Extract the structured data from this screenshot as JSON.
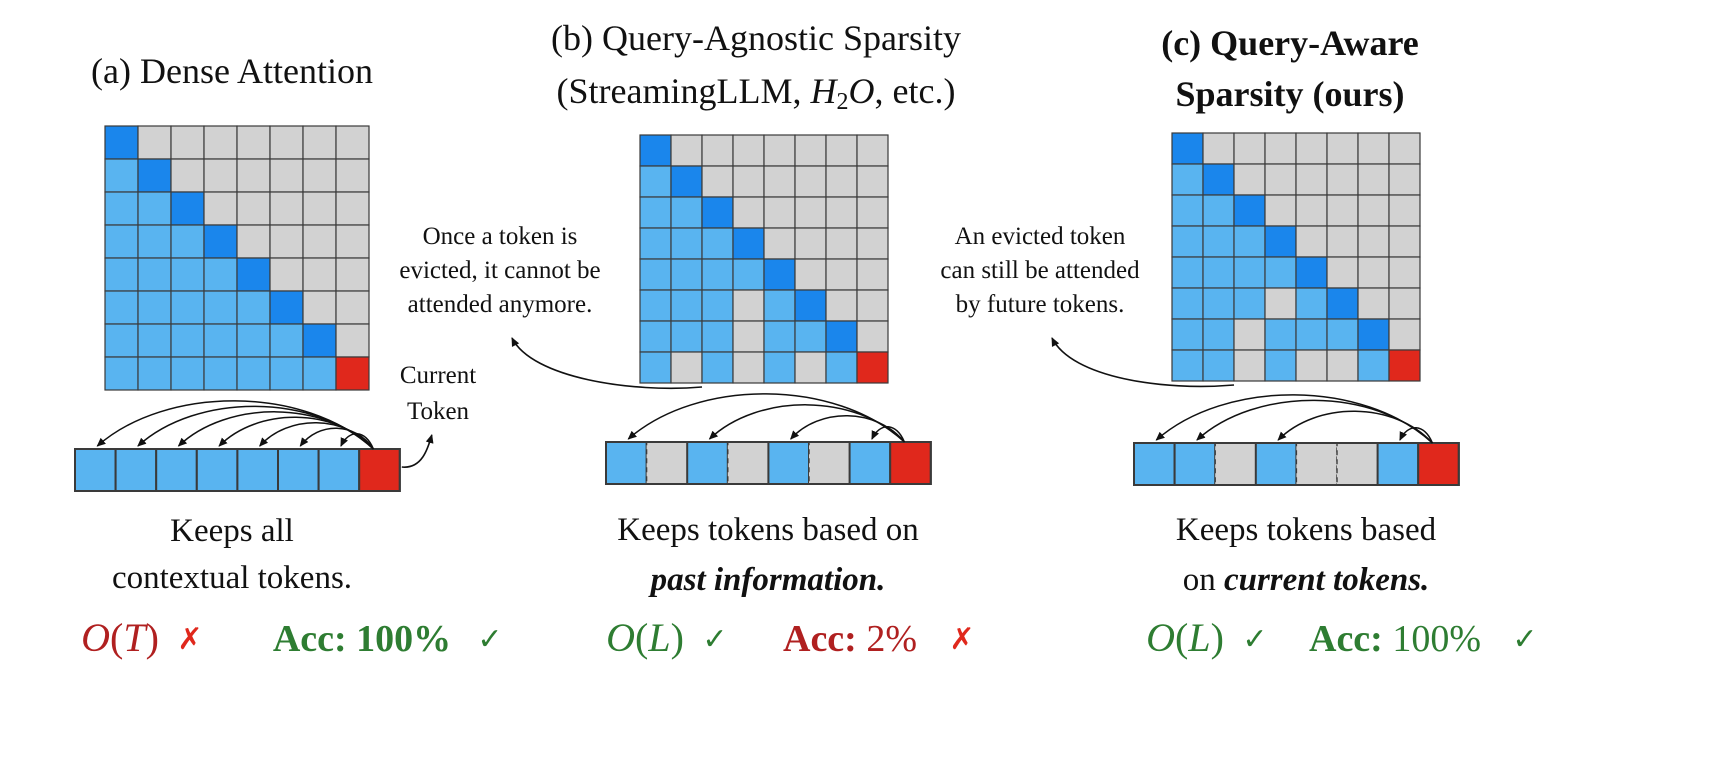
{
  "colors": {
    "blue_light": "#59b4f0",
    "blue_dark": "#1a86ec",
    "gray": "#d2d2d2",
    "red": "#e0281c",
    "green": "#2e7d32",
    "dark_red": "#b02020",
    "border": "#3a3a3a"
  },
  "panels": [
    {
      "id": "a",
      "title": [
        "(a) Dense Attention"
      ],
      "title_bold": false,
      "note": [
        "Current",
        "Token"
      ],
      "desc": [
        [
          {
            "t": "Keeps all",
            "i": false,
            "b": false
          }
        ],
        [
          {
            "t": "contextual tokens.",
            "i": false,
            "b": false
          }
        ]
      ],
      "complexity": {
        "text": "O(T)",
        "mark": "✗",
        "good": false
      },
      "accuracy": {
        "label": "Acc:",
        "value": "100%",
        "mark": "✓",
        "good": true
      },
      "kept_rows": [
        [
          1
        ],
        [
          1,
          1
        ],
        [
          1,
          1,
          1
        ],
        [
          1,
          1,
          1,
          1
        ],
        [
          1,
          1,
          1,
          1,
          1
        ],
        [
          1,
          1,
          1,
          1,
          1,
          1
        ],
        [
          1,
          1,
          1,
          1,
          1,
          1,
          1
        ],
        [
          1,
          1,
          1,
          1,
          1,
          1,
          1,
          1
        ]
      ],
      "cache": [
        1,
        1,
        1,
        1,
        1,
        1,
        1,
        1
      ]
    },
    {
      "id": "b",
      "title": [
        "(b) Query-Agnostic Sparsity",
        "(StreamingLLM, H2O, etc.)"
      ],
      "title_bold": false,
      "note": [
        "Once a token is",
        "evicted, it cannot be",
        "attended anymore."
      ],
      "desc": [
        [
          {
            "t": "Keeps tokens based on",
            "i": false,
            "b": false
          }
        ],
        [
          {
            "t": "past information.",
            "i": true,
            "b": true
          }
        ]
      ],
      "complexity": {
        "text": "O(L)",
        "mark": "✓",
        "good": true
      },
      "accuracy": {
        "label": "Acc:",
        "value": "2%",
        "mark": "✗",
        "good": false
      },
      "kept_rows": [
        [
          1
        ],
        [
          1,
          1
        ],
        [
          1,
          1,
          1
        ],
        [
          1,
          1,
          1,
          1
        ],
        [
          1,
          1,
          1,
          1,
          1
        ],
        [
          1,
          1,
          1,
          0,
          1,
          1
        ],
        [
          1,
          1,
          1,
          0,
          1,
          1,
          1
        ],
        [
          1,
          0,
          1,
          0,
          1,
          0,
          1,
          1
        ]
      ],
      "cache": [
        1,
        0,
        1,
        0,
        1,
        0,
        1,
        1
      ]
    },
    {
      "id": "c",
      "title": [
        "(c) Query-Aware",
        "Sparsity (ours)"
      ],
      "title_bold": true,
      "note": [
        "An evicted token",
        "can still be attended",
        "by future tokens."
      ],
      "desc": [
        [
          {
            "t": "Keeps tokens based",
            "i": false,
            "b": false
          }
        ],
        [
          {
            "t": "on ",
            "i": false,
            "b": false
          },
          {
            "t": "current tokens.",
            "i": true,
            "b": true
          }
        ]
      ],
      "complexity": {
        "text": "O(L)",
        "mark": "✓",
        "good": true
      },
      "accuracy": {
        "label": "Acc:",
        "value": "100%",
        "mark": "✓",
        "good": true
      },
      "kept_rows": [
        [
          1
        ],
        [
          1,
          1
        ],
        [
          1,
          1,
          1
        ],
        [
          1,
          1,
          1,
          1
        ],
        [
          1,
          1,
          1,
          1,
          1
        ],
        [
          1,
          1,
          1,
          0,
          1,
          1
        ],
        [
          1,
          1,
          0,
          1,
          1,
          1,
          1
        ],
        [
          1,
          1,
          0,
          1,
          0,
          0,
          1,
          1
        ]
      ],
      "cache": [
        1,
        1,
        0,
        1,
        0,
        0,
        1,
        1
      ]
    }
  ]
}
